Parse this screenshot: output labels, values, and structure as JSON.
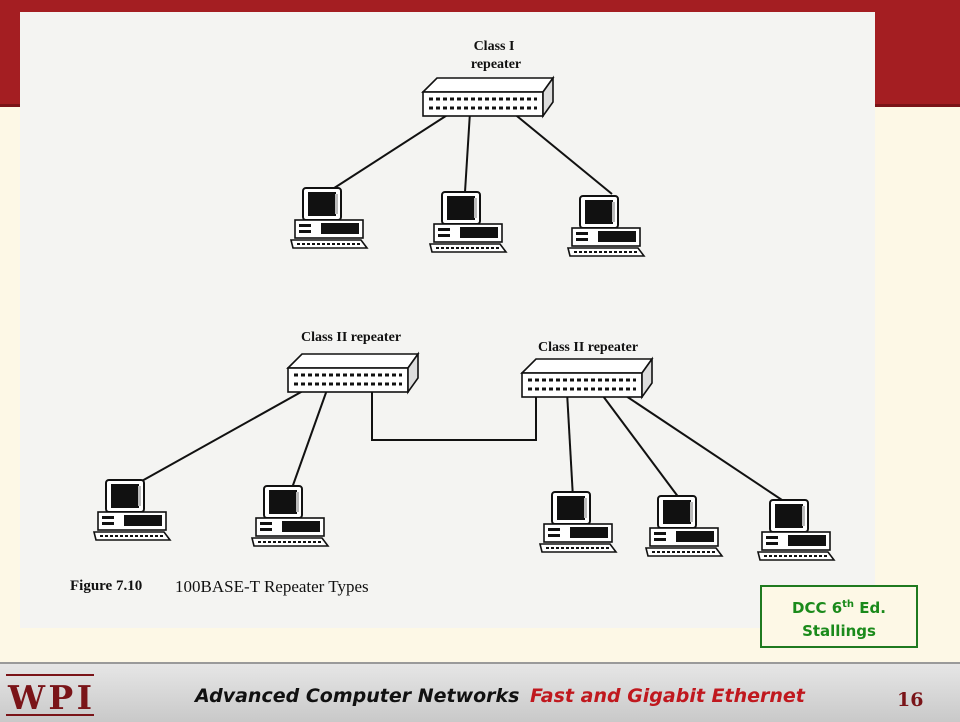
{
  "figure": {
    "class1_label_line1": "Class I",
    "class1_label_line2": "repeater",
    "class2_left_label": "Class II repeater",
    "class2_right_label": "Class II repeater",
    "caption_number": "Figure 7.10",
    "caption_text": "100BASE-T Repeater Types"
  },
  "credit": {
    "line1_prefix": "DCC 6",
    "line1_sup": "th",
    "line1_suffix": " Ed.",
    "line2": "Stallings"
  },
  "footer": {
    "logo_text": "WPI",
    "course_title": "Advanced Computer Networks",
    "topic": "Fast and Gigabit Ethernet",
    "page_number": "16"
  },
  "colors": {
    "header_red": "#a41e22",
    "background_cream": "#fdf8e6",
    "credit_green": "#1a8a1a",
    "topic_red": "#c0181e"
  }
}
